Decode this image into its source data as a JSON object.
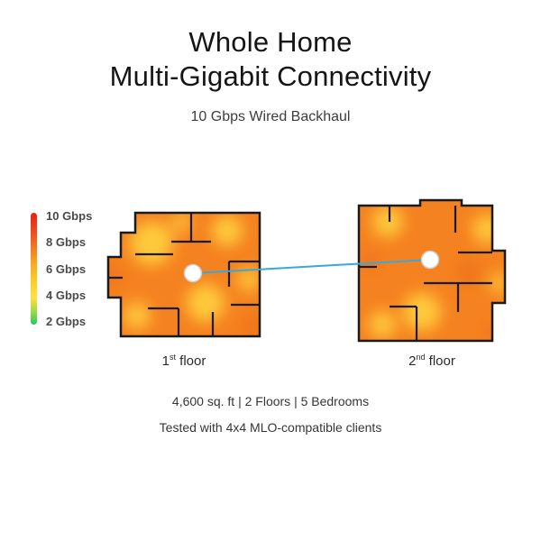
{
  "header": {
    "title_line1": "Whole Home",
    "title_line2": "Multi-Gigabit Connectivity",
    "subtitle": "10 Gbps Wired Backhaul"
  },
  "legend": {
    "items": [
      {
        "label": "10 Gbps",
        "color": "#e42313"
      },
      {
        "label": "8 Gbps",
        "color": "#f05a1e"
      },
      {
        "label": "6 Gbps",
        "color": "#f6a91e"
      },
      {
        "label": "4 Gbps",
        "color": "#ffe23c"
      },
      {
        "label": "2 Gbps",
        "color": "#1ec95d"
      }
    ]
  },
  "floors": [
    {
      "num": "1",
      "sup": "st",
      "rest": " floor"
    },
    {
      "num": "2",
      "sup": "nd",
      "rest": " floor"
    }
  ],
  "footer": {
    "line1": "4,600 sq. ft | 2 Floors | 5 Bedrooms",
    "line2": "Tested with 4x4 MLO-compatible clients"
  },
  "colors": {
    "backhaul_link": "#38a8dc",
    "heat_base": "#f58220",
    "heat_hot": "#ffd23e",
    "heat_deep": "#ed6c13",
    "wall": "#1a1a1a",
    "router_node": "#ffffff"
  }
}
